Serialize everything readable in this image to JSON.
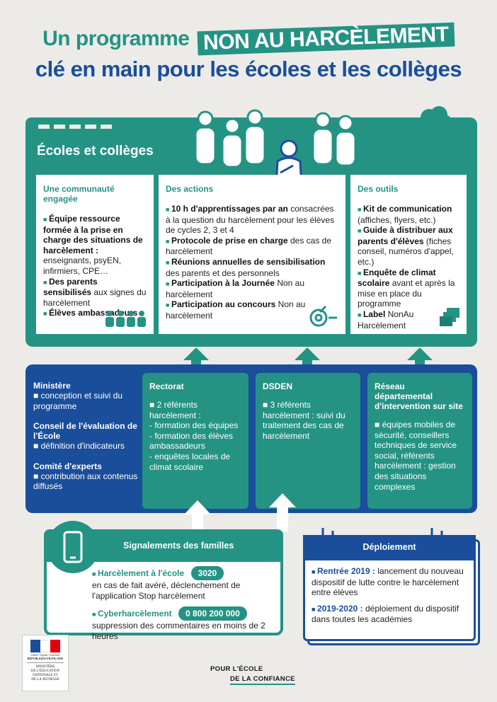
{
  "title": {
    "line1_prefix": "Un programme",
    "line1_highlight": "NON AU HARCÈLEMENT",
    "line2": "clé en main pour les écoles et les collèges"
  },
  "ecoles": {
    "title": "Écoles et collèges",
    "communaute": {
      "heading": "Une communauté engagée",
      "items": [
        {
          "bold": "Équipe ressource formée à la prise en charge des situations de harcèlement :",
          "text": " enseignants, psyEN, infirmiers, CPE…"
        },
        {
          "bold": "Des parents sensibilisés",
          "text": " aux signes du harcèlement"
        },
        {
          "bold": "Élèves ambassadeurs",
          "text": ""
        }
      ]
    },
    "actions": {
      "heading": "Des actions",
      "items": [
        {
          "bold": "10 h d'apprentissages par an",
          "text": " consacrées à la question du harcèlement pour les élèves de cycles 2, 3 et 4"
        },
        {
          "bold": "Protocole de prise en charge",
          "text": " des cas de harcèlement"
        },
        {
          "bold": "Réunions annuelles de sensibilisation",
          "text": " des parents et des personnels"
        },
        {
          "bold": "Participation à la Journée",
          "text": " Non au harcèlement"
        },
        {
          "bold": "Participation au concours",
          "text": " Non au harcèlement"
        }
      ]
    },
    "outils": {
      "heading": "Des outils",
      "items": [
        {
          "bold": "Kit de communication",
          "text": " (affiches, flyers, etc.)"
        },
        {
          "bold": "Guide à distribuer aux parents d'élèves",
          "text": " (fiches conseil, numéros d'appel, etc.)"
        },
        {
          "bold": "Enquête de climat scolaire",
          "text": " avant et après la mise en place du programme"
        },
        {
          "bold": "Label",
          "text": " NonAu Harcèlement"
        }
      ]
    }
  },
  "instances": {
    "ministere": {
      "heading": "Ministère",
      "text": "conception et suivi du programme"
    },
    "conseil": {
      "heading": "Conseil de l'évaluation de l'École",
      "text": "définition d'indicateurs"
    },
    "comite": {
      "heading": "Comité d'experts",
      "text": "contribution aux contenus diffusés"
    },
    "rectorat": {
      "heading": "Rectorat",
      "lines": [
        "2 référents harcèlement :",
        "- formation des équipes",
        "- formation des élèves ambassadeurs",
        "- enquêtes locales de climat scolaire"
      ]
    },
    "dsden": {
      "heading": "DSDEN",
      "text": "3 référents harcèlement : suivi du traitement des cas de harcèlement"
    },
    "reseau": {
      "heading": "Réseau départemental d'intervention sur site",
      "text": "équipes mobiles de sécurité, conseillers techniques de service social, référents harcèlement : gestion des situations complexes"
    }
  },
  "signalements": {
    "title": "Signalements des familles",
    "item1_bold": "Harcèlement à l'école",
    "item1_number": "3020",
    "item1_text": "en cas de fait avéré, déclenchement de l'application Stop harcèlement",
    "item2_bold": "Cyberharcèlement",
    "item2_number": "0 800 200 000",
    "item2_text": "suppression des commentaires en moins de 2 heures"
  },
  "deploiement": {
    "title": "Déploiement",
    "item1_bold": "Rentrée 2019 :",
    "item1_text": " lancement du nouveau dispositif de lutte contre le harcèlement entre élèves",
    "item2_bold": "2019-2020 :",
    "item2_text": " déploiement du dispositif dans toutes les académies"
  },
  "footer": {
    "marianne_tagline": "Liberté • Égalité • Fraternité",
    "republique": "RÉPUBLIQUE FRANÇAISE",
    "ministere_lines": [
      "MINISTÈRE",
      "DE L'ÉDUCATION",
      "NATIONALE ET",
      "DE LA JEUNESSE"
    ],
    "slogan_line1": "POUR L'ÉCOLE",
    "slogan_line2": "DE LA CONFIANCE"
  },
  "colors": {
    "green": "#249384",
    "blue": "#1a4e9b",
    "background": "#ecebe8"
  }
}
